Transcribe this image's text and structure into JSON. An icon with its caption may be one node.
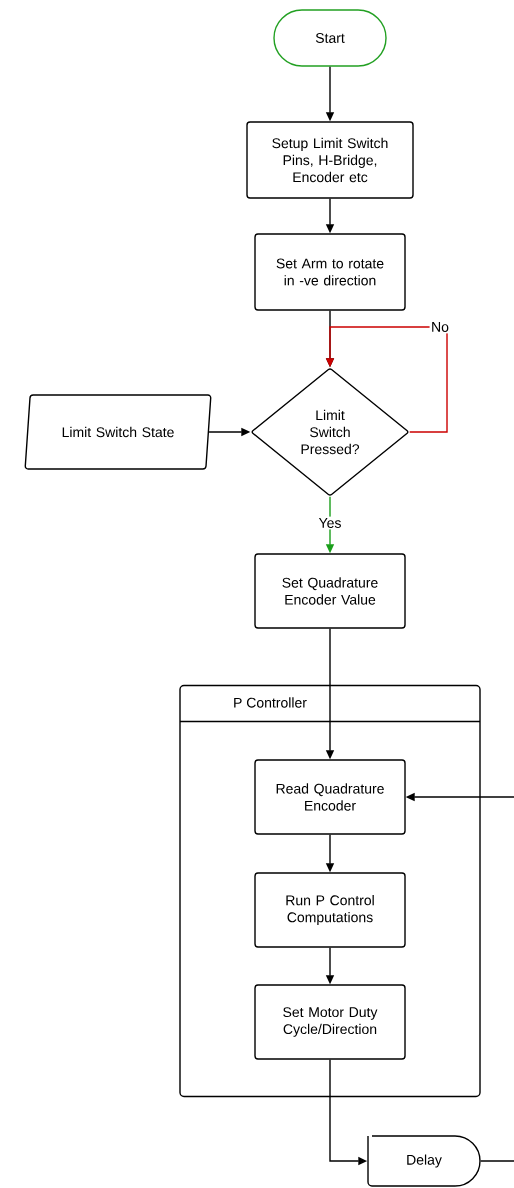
{
  "diagram": {
    "nodes": [
      {
        "text": [
          "Start"
        ]
      },
      {
        "text": [
          "Setup Limit Switch Pins, H-Bridge, Encoder etc"
        ]
      },
      {
        "text": [
          "Set Arm to rotate in -ve direction"
        ]
      },
      {
        "text": [
          "Limit Switch State"
        ]
      },
      {
        "text": [
          "Limit Switch Pressed?"
        ]
      },
      {
        "text": [
          "Set Quadrature Encoder Value"
        ]
      },
      {
        "text": [
          "P Controller"
        ]
      },
      {
        "text": [
          "Read Quadrature Encoder"
        ],
        "in": 6
      },
      {
        "text": [
          "Run P Control Computations"
        ],
        "in": 6
      },
      {
        "text": [
          "Set Motor Duty Cycle/Direction"
        ],
        "in": 6
      },
      {
        "text": [
          "Delay"
        ]
      }
    ],
    "edges": [
      {
        "from": 0,
        "to": 1,
        "arrow": "to"
      },
      {
        "from": 1,
        "to": 2,
        "arrow": "to"
      },
      {
        "from": 2,
        "to": 4,
        "arrow": "to"
      },
      {
        "from": 3,
        "to": 4,
        "arrow": "to"
      },
      {
        "from": 4,
        "to": 4,
        "arrow": "to",
        "label": "No",
        "color": "#cc0000"
      },
      {
        "from": 4,
        "to": 5,
        "arrow": "to",
        "label": "Yes",
        "color": "#1a9e1a"
      },
      {
        "from": 5,
        "to": 7,
        "arrow": "to"
      },
      {
        "from": 7,
        "to": 8,
        "arrow": "to"
      },
      {
        "from": 8,
        "to": 9,
        "arrow": "to"
      },
      {
        "from": 9,
        "to": 10,
        "arrow": "to"
      },
      {
        "from": 10,
        "to": null,
        "arrow": "none"
      },
      {
        "from": null,
        "to": 7,
        "arrow": "to"
      }
    ]
  }
}
